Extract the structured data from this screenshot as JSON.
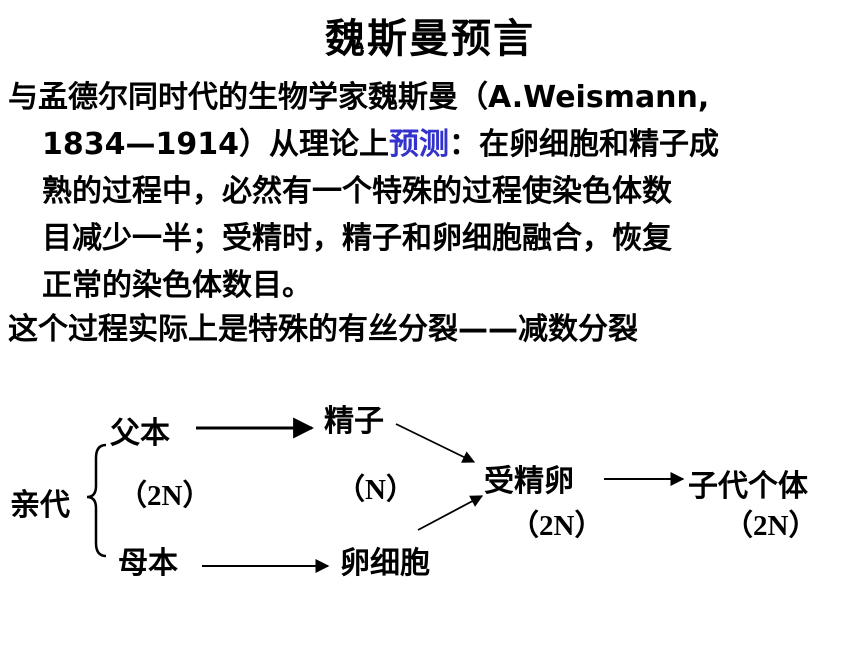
{
  "title": "魏斯曼预言",
  "paragraph": {
    "line1": "与孟德尔同时代的生物学家魏斯曼（A.Weismann,",
    "line2_before": "1834—1914）从理论上",
    "line2_highlight": "预测",
    "line2_after": "：在卵细胞和精子成",
    "line3": "熟的过程中，必然有一个特殊的过程使染色体数",
    "line4": "目减少一半；受精时，精子和卵细胞融合，恢复",
    "line5": "正常的染色体数目。"
  },
  "conclusion": "这个过程实际上是特殊的有丝分裂——减数分裂",
  "diagram": {
    "parents": "亲代",
    "father": "父本",
    "mother": "母本",
    "parent_ploidy": "（2N）",
    "sperm": "精子",
    "egg": "卵细胞",
    "gamete_ploidy": "（N）",
    "zygote": "受精卵",
    "zygote_ploidy": "（2N）",
    "offspring": "子代个体",
    "offspring_ploidy": "（2N）"
  },
  "colors": {
    "highlight": "#3333cc",
    "text": "#000000"
  }
}
